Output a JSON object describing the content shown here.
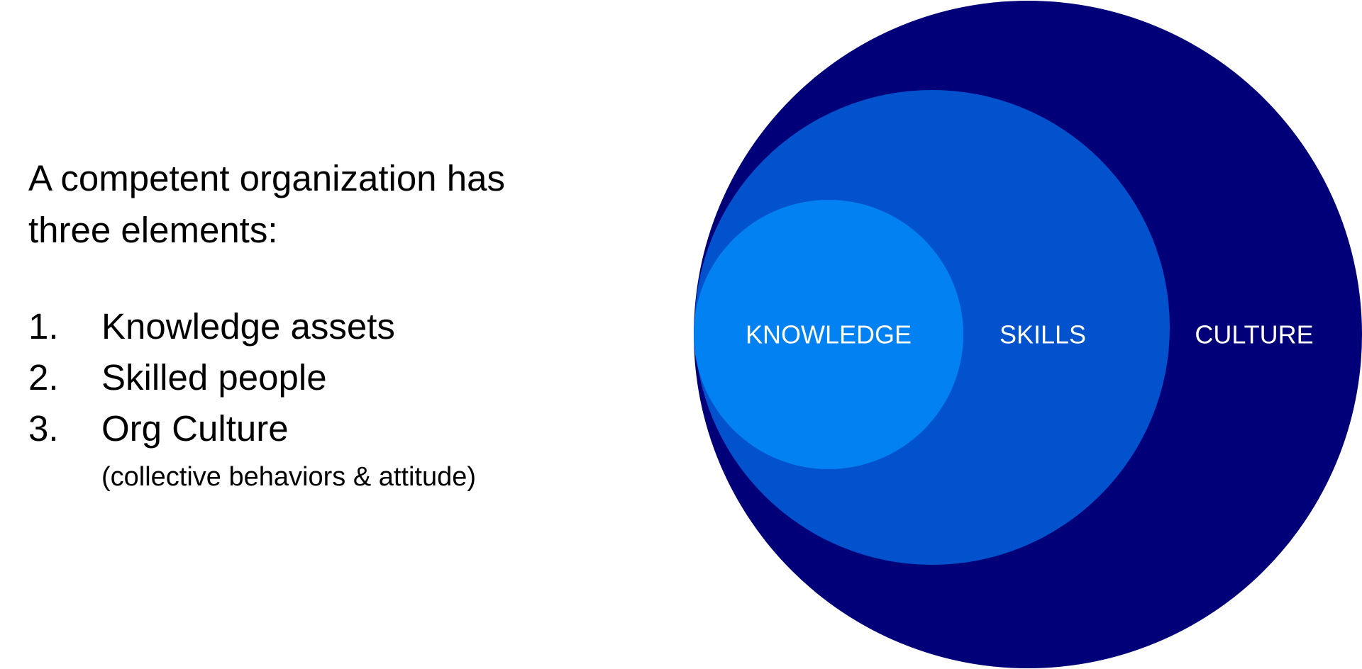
{
  "intro": {
    "line1": "A competent organization has",
    "line2": "three elements:"
  },
  "list": {
    "items": [
      {
        "number": "1.",
        "label": "Knowledge assets"
      },
      {
        "number": "2.",
        "label": "Skilled people"
      },
      {
        "number": "3.",
        "label": "Org Culture"
      }
    ],
    "note": "(collective behaviors & attitude)"
  },
  "diagram": {
    "circles": [
      {
        "label": "CULTURE",
        "color": "#020079",
        "icon": "outer-circle"
      },
      {
        "label": "SKILLS",
        "color": "#0152CC",
        "icon": "middle-circle"
      },
      {
        "label": "KNOWLEDGE",
        "color": "#0181F2",
        "icon": "inner-circle"
      }
    ]
  }
}
